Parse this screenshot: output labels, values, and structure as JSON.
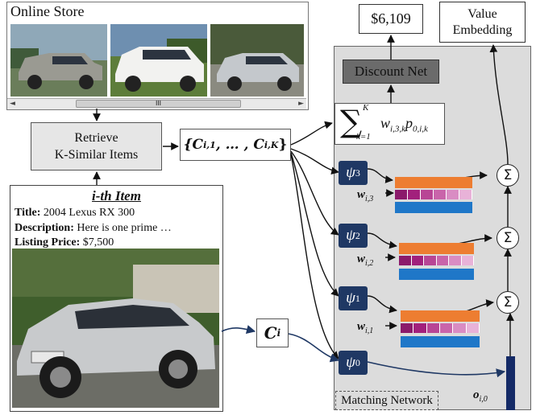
{
  "store": {
    "title": "Online Store",
    "scroll_grip": "III",
    "scroll_left": "◄",
    "scroll_right": "►"
  },
  "retrieve": {
    "line1": "Retrieve",
    "line2": "K-Similar Items"
  },
  "candidate_set": "{C",
  "candidate_set_mid": "i,1",
  "candidate_set_dots": ", … , C",
  "candidate_set_end": "i,K",
  "item": {
    "title": "i-th Item",
    "title_label": "Title:",
    "title_value": "2004 Lexus RX 300",
    "desc_label": "Description:",
    "desc_value": "Here is one prime …",
    "price_label": "Listing Price:",
    "price_value": "$7,500"
  },
  "ci": {
    "base": "C",
    "sub": "i"
  },
  "price_output": "$6,109",
  "value_embedding": {
    "line1": "Value",
    "line2": "Embedding"
  },
  "discount_net": "Discount Net",
  "sum_formula": {
    "sigma": "∑",
    "upper": "K",
    "lower": "k=1",
    "w": "w",
    "w_sub": "i,3,k",
    "p": "p",
    "p_sub": "0,i,k"
  },
  "psi_nodes": [
    {
      "label": "ψ",
      "sub": "3"
    },
    {
      "label": "ψ",
      "sub": "2"
    },
    {
      "label": "ψ",
      "sub": "1"
    },
    {
      "label": "ψ",
      "sub": "0"
    }
  ],
  "weights": [
    {
      "w": "w",
      "sub": "i,3"
    },
    {
      "w": "w",
      "sub": "i,2"
    },
    {
      "w": "w",
      "sub": "i,1"
    }
  ],
  "sum_symbol": "Σ",
  "o_label": {
    "o": "o",
    "sub": "i,0"
  },
  "matching_network": "Matching Network",
  "colors": {
    "orange": "#ed7d31",
    "blue": "#1f77c8",
    "navy": "#1f3864",
    "purple_gradient": [
      "#8b1a6b",
      "#a2207c",
      "#b84595",
      "#c964aa",
      "#d98cc3",
      "#e8b2d8"
    ],
    "panel_gray": "#dcdcdc",
    "discount_gray": "#6b6b6b"
  }
}
